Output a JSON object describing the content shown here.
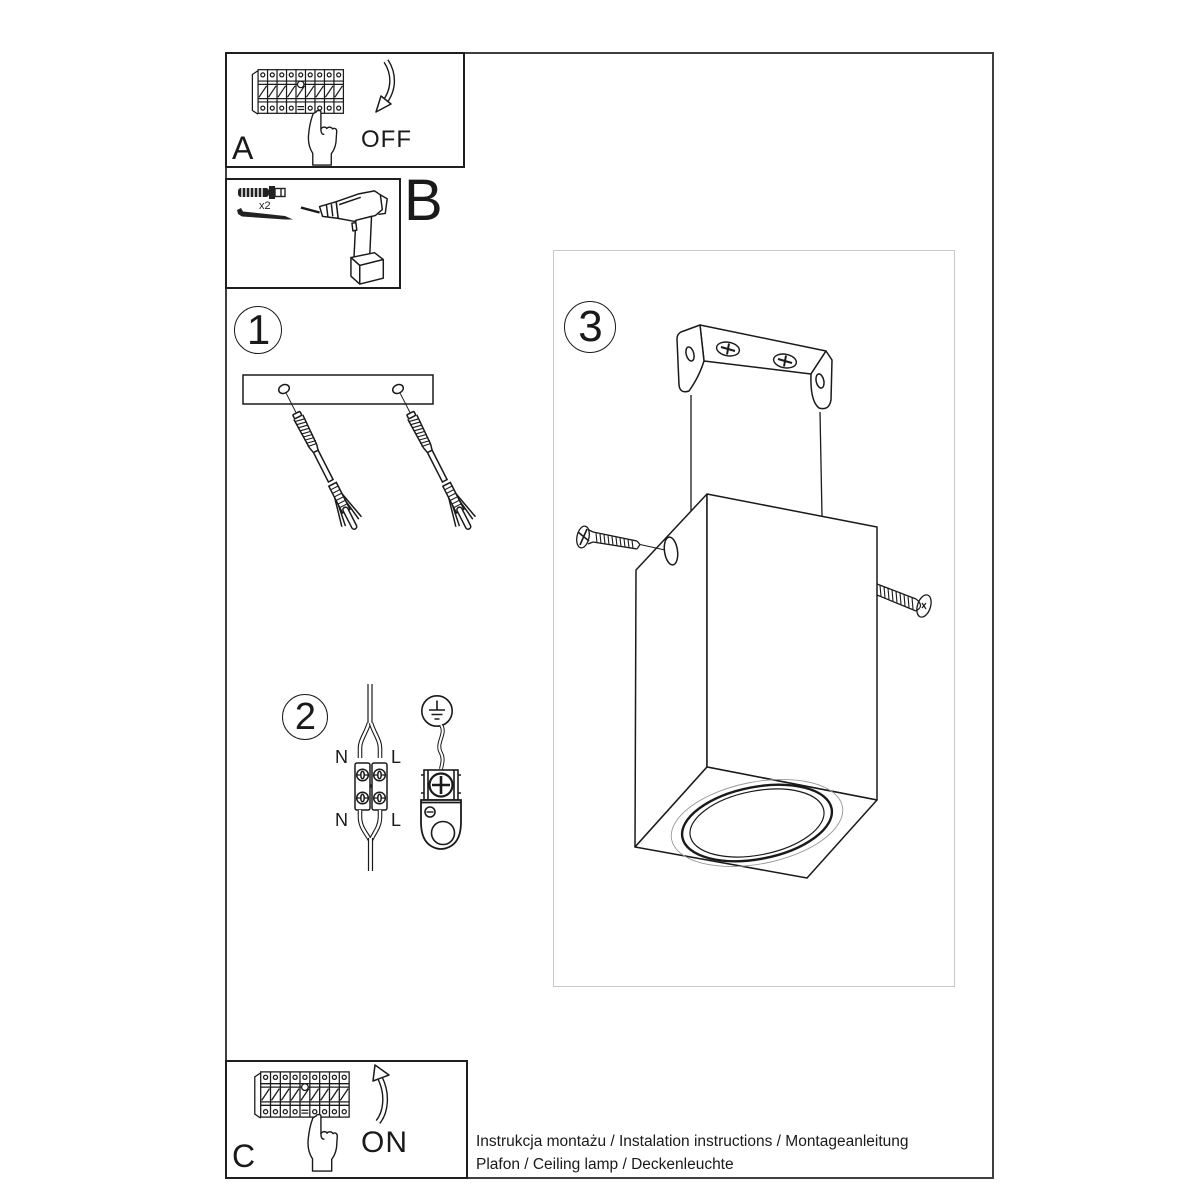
{
  "sheet": {
    "steps": {
      "a": {
        "label": "A",
        "state": "OFF"
      },
      "b": {
        "label": "B",
        "quantity": "x2"
      },
      "step1": {
        "number": "1"
      },
      "step2": {
        "number": "2",
        "terminals": {
          "top_left": "N",
          "top_right": "L",
          "bottom_left": "N",
          "bottom_right": "L"
        }
      },
      "step3": {
        "number": "3"
      },
      "c": {
        "label": "C",
        "state": "ON"
      }
    },
    "footer": {
      "line1": "Instrukcja montażu / Instalation instructions / Montageanleitung",
      "line2": "Plafon / Ceiling lamp / Deckenleuchte"
    },
    "colors": {
      "ink": "#1a1a1a",
      "frame": "#3f3f3f",
      "panel_border": "#c9c9c9",
      "paper": "#ffffff"
    }
  }
}
